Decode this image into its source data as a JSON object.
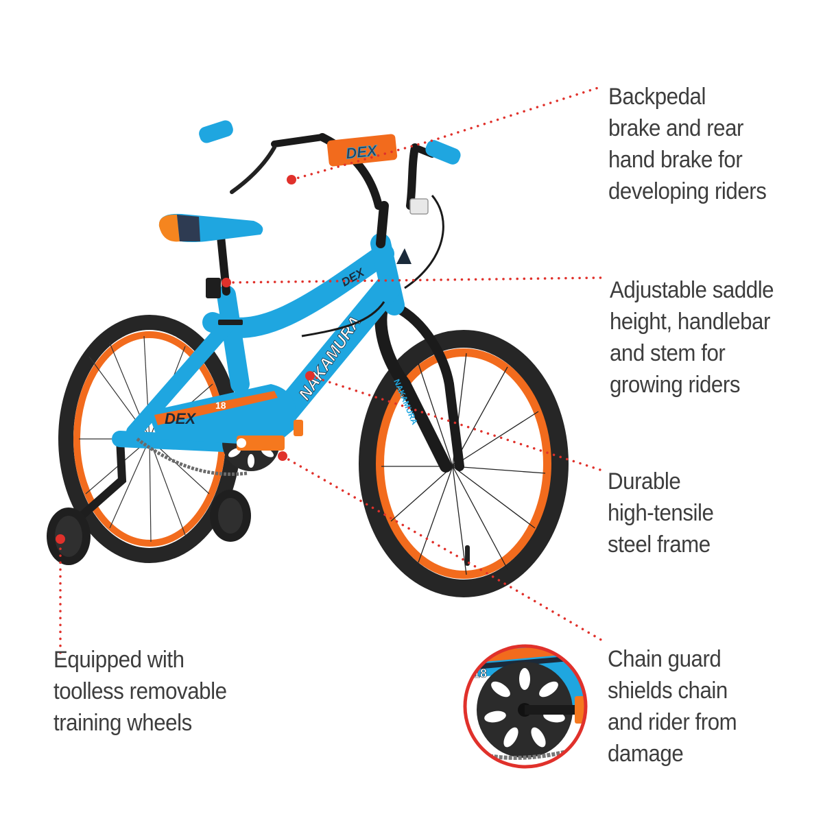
{
  "colors": {
    "callout_dot": "#e0312b",
    "text": "#3d3d3d",
    "frame_blue": "#1fa6e0",
    "accent_orange": "#f26b1d",
    "tire_black": "#262626",
    "seat_navy": "#2e3b52",
    "inset_ring": "#e0312b"
  },
  "bike": {
    "model_name": "DEX",
    "size_badge": "18",
    "downtube_brand": "NAKAMURA",
    "fork_brand": "NAKAMURA"
  },
  "callouts": [
    {
      "id": "brakes",
      "lines": [
        "Backpedal",
        "brake and rear",
        "hand brake for",
        "developing riders"
      ]
    },
    {
      "id": "adjustable",
      "lines": [
        "Adjustable saddle",
        "height, handlebar",
        "and stem for",
        "growing riders"
      ]
    },
    {
      "id": "frame",
      "lines": [
        "Durable",
        "high-tensile",
        "steel frame"
      ]
    },
    {
      "id": "chain-guard",
      "lines": [
        "Chain guard",
        "shields chain",
        "and rider from",
        "damage"
      ]
    },
    {
      "id": "training-wheels",
      "lines": [
        "Equipped with",
        "toolless removable",
        "training wheels"
      ]
    }
  ]
}
